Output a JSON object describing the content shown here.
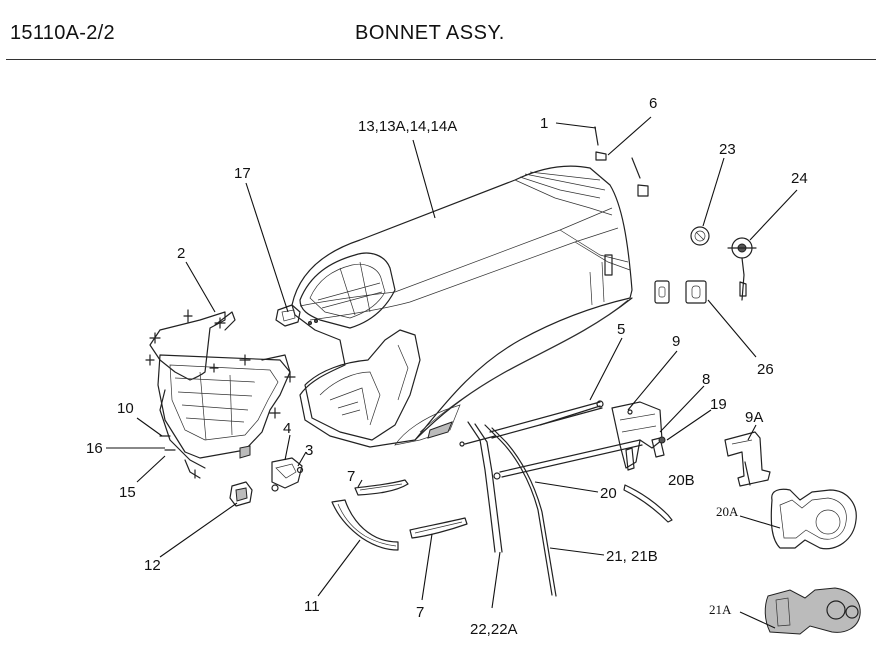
{
  "header": {
    "code": "15110A-2/2",
    "title": "BONNET ASSY."
  },
  "callouts": {
    "c1": "1",
    "c2": "2",
    "c3": "3",
    "c4": "4",
    "c5": "5",
    "c6": "6",
    "c7a": "7",
    "c7b": "7",
    "c8": "8",
    "c9": "9",
    "c9a": "9A",
    "c10": "10",
    "c11": "11",
    "c12": "12",
    "c13": "13,13A,14,14A",
    "c15": "15",
    "c16": "16",
    "c17": "17",
    "c19": "19",
    "c20": "20",
    "c20a": "20A",
    "c20b": "20B",
    "c21": "21, 21B",
    "c21a": "21A",
    "c22": "22,22A",
    "c23": "23",
    "c24": "24",
    "c26": "26"
  }
}
